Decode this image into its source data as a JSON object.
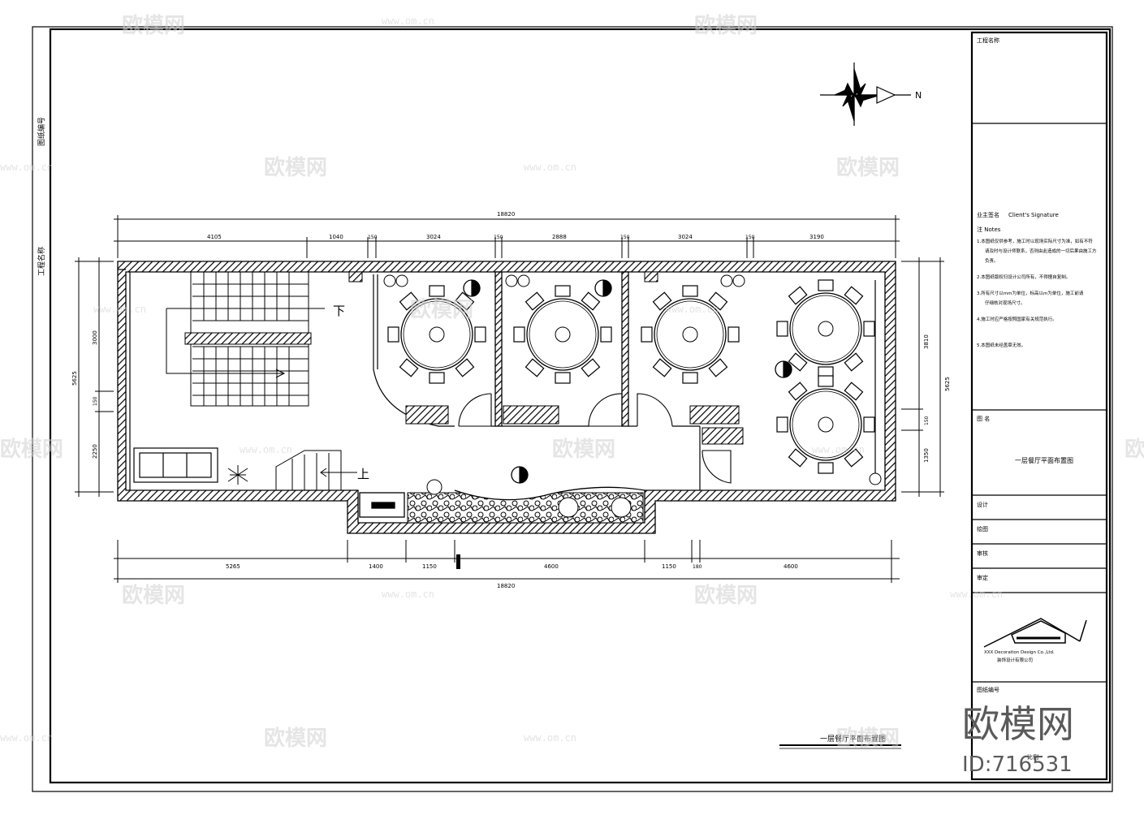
{
  "watermark": {
    "brand": "欧模网",
    "url": "www.om.cn",
    "id": "ID:716531"
  },
  "compass": {
    "label": "N"
  },
  "plan": {
    "title": "一层餐厅平面布置图",
    "stair_down": "下",
    "stair_up": "上",
    "top_dims": [
      "4105",
      "1040",
      "150",
      "3024",
      "150",
      "2888",
      "150",
      "3024",
      "150",
      "3190"
    ],
    "top_total": "18820",
    "bottom_dims": [
      "5265",
      "1400",
      "1150",
      "4600",
      "1150",
      "180",
      "4600"
    ],
    "bottom_total": "18820",
    "left_dims": [
      "3000",
      "150",
      "2250"
    ],
    "left_total": "5625",
    "right_dims": [
      "3810",
      "150",
      "1350"
    ],
    "right_total": "5625"
  },
  "titleblock": {
    "project_label": "工程名称",
    "owner_label": "业主签名",
    "owner_sig": "Client's Signature",
    "notes_title": "注 Notes",
    "notes": [
      "1.本图纸仅供参考，施工时以现场实际尺寸为准，如有不符",
      "请及时与设计师联系，否则由此造成的一切后果由施工方",
      "负责。",
      "2.本图纸版权归设计公司所有，不得擅自复制。",
      "3.所有尺寸以mm为单位，标高以m为单位，施工前请",
      "仔细核对现场尺寸。",
      "4.施工时应严格按照国家有关规范执行。",
      "5.本图纸未经盖章无效。"
    ],
    "drawing_name_label": "图 名",
    "drawing_name": "一层餐厅平面布置图",
    "design_label": "设计",
    "draw_label": "绘图",
    "check_label": "审核",
    "approve_label": "审定",
    "company": "XXX Decoration Design Co.,Ltd.",
    "company_cn": "装饰设计有限公司",
    "number_label": "图纸编号",
    "scale_label": "比例"
  },
  "leftstrip": {
    "labels": [
      "图纸编号",
      "工程名称"
    ]
  }
}
